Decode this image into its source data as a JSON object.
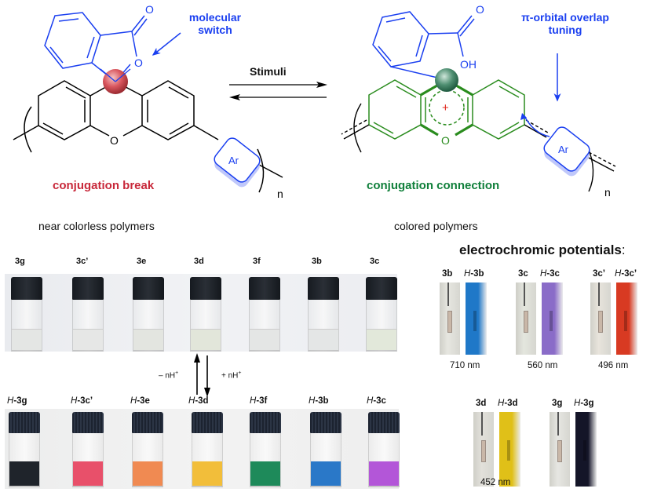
{
  "scheme": {
    "left_structure": {
      "carbonyl_o": "O",
      "ring_o": "O",
      "bridge_o": "O",
      "ar_label": "Ar",
      "repeat_n": "n",
      "annotation": "molecular switch",
      "annotation_line1": "molecular",
      "annotation_line2": "switch",
      "state_label": "conjugation break",
      "caption": "near colorless polymers"
    },
    "equilibrium": {
      "label": "Stimuli"
    },
    "right_structure": {
      "carbonyl_o": "O",
      "oh": "OH",
      "bridge_o": "O",
      "charge": "+",
      "ar_label": "Ar",
      "repeat_n": "n",
      "annotation_line1": "π-orbital overlap",
      "annotation_line2": "tuning",
      "state_label": "conjugation connection",
      "caption": "colored polymers"
    }
  },
  "colors": {
    "switch_blue": "#1a3ff0",
    "break_red": "#c8283a",
    "connection_green": "#0f7f3a",
    "ring_green": "#2a8c1e",
    "sphere_red": "#d9565e",
    "sphere_green": "#4f8f72"
  },
  "vial_photos": {
    "top_row": [
      {
        "label": "3g",
        "liquid": "#e4e6e4"
      },
      {
        "label": "3c’",
        "liquid": "#e6e7e6"
      },
      {
        "label": "3e",
        "liquid": "#e3e5e0"
      },
      {
        "label": "3d",
        "liquid": "#e2e6da"
      },
      {
        "label": "3f",
        "liquid": "#e4e6e5"
      },
      {
        "label": "3b",
        "liquid": "#e4e6e6"
      },
      {
        "label": "3c",
        "liquid": "#e2e8da"
      }
    ],
    "bottom_row": [
      {
        "prefix": "H",
        "label": "-3g",
        "liquid": "#1f242b"
      },
      {
        "prefix": "H",
        "label": "-3c’",
        "liquid": "#e8506a"
      },
      {
        "prefix": "H",
        "label": "-3e",
        "liquid": "#f08a52"
      },
      {
        "prefix": "H",
        "label": "-3d",
        "liquid": "#f2be3a"
      },
      {
        "prefix": "H",
        "label": "-3f",
        "liquid": "#1e8a5a"
      },
      {
        "prefix": "H",
        "label": "-3b",
        "liquid": "#2a78c8"
      },
      {
        "prefix": "H",
        "label": "-3c",
        "liquid": "#b356d8"
      }
    ],
    "deprotonation_label": "– nH",
    "protonation_label": "+ nH",
    "superscript": "+"
  },
  "electrochromic": {
    "title": "electrochromic potentials",
    "title_colon": ":",
    "pairs": [
      {
        "neutral": "3b",
        "prefix": "H",
        "protonated": "-3b",
        "neutral_color": "#e6e6e0",
        "protonated_color": "#1f78c8",
        "wavelength": "710 nm"
      },
      {
        "neutral": "3c",
        "prefix": "H",
        "protonated": "-3c",
        "neutral_color": "#e4e6de",
        "protonated_color": "#8a6cc8",
        "wavelength": "560 nm"
      },
      {
        "neutral": "3c’",
        "prefix": "H",
        "protonated": "-3c’",
        "neutral_color": "#e8e4dc",
        "protonated_color": "#d83a22",
        "wavelength": "496 nm"
      },
      {
        "neutral": "3d",
        "prefix": "H",
        "protonated": "-3d",
        "neutral_color": "#e2e0da",
        "protonated_color": "#e0c018",
        "wavelength": "452 nm"
      },
      {
        "neutral": "3g",
        "prefix": "H",
        "protonated": "-3g",
        "neutral_color": "#e6e6e2",
        "protonated_color": "#141528",
        "wavelength": ""
      }
    ]
  }
}
